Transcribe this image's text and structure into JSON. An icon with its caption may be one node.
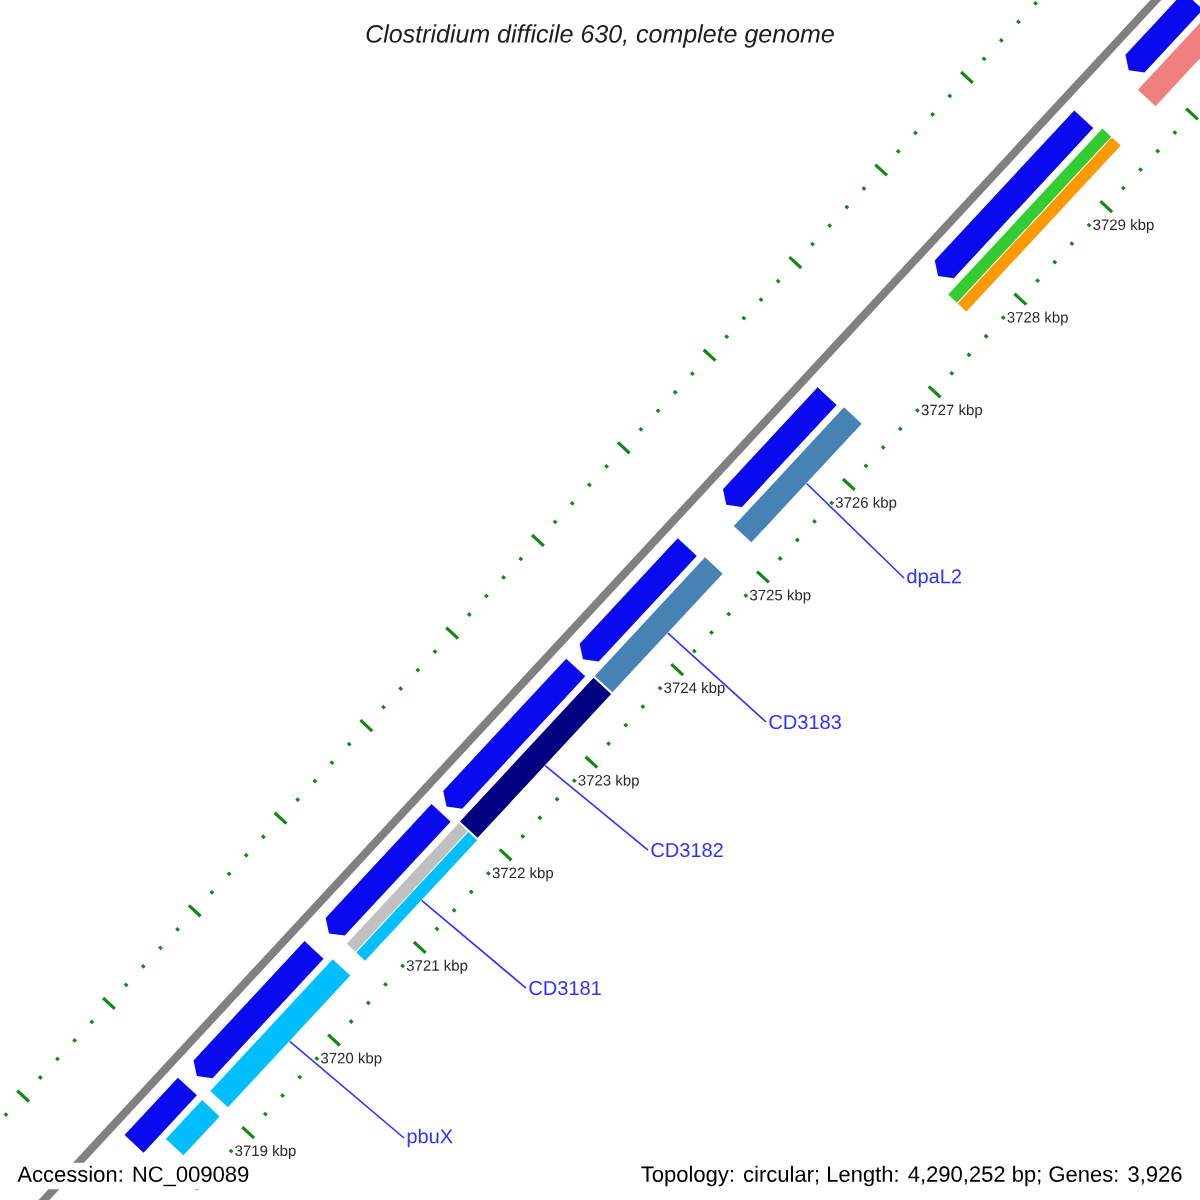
{
  "diagram": {
    "title": "Clostridium difficile 630, complete genome",
    "nodes": [
      {
        "text": [],
        "shape": "arrow"
      },
      {
        "text": [],
        "shape": "bar"
      },
      {
        "text": [],
        "shape": "arrow"
      },
      {
        "text": [],
        "shape": "bar"
      },
      {
        "text": [],
        "shape": "bar"
      },
      {
        "text": [],
        "shape": "arrow"
      },
      {
        "text": [],
        "shape": "bar"
      },
      {
        "text": [
          "dpaL2"
        ]
      },
      {
        "text": [],
        "shape": "arrow"
      },
      {
        "text": [],
        "shape": "bar"
      },
      {
        "text": [
          "CD3183"
        ]
      },
      {
        "text": [],
        "shape": "arrow"
      },
      {
        "text": [],
        "shape": "bar"
      },
      {
        "text": [
          "CD3182"
        ]
      },
      {
        "text": [],
        "shape": "arrow"
      },
      {
        "text": [],
        "shape": "bar"
      },
      {
        "text": [],
        "shape": "bar"
      },
      {
        "text": [
          "CD3181"
        ]
      },
      {
        "text": [],
        "shape": "arrow"
      },
      {
        "text": [],
        "shape": "bar"
      },
      {
        "text": [
          "pbuX"
        ]
      },
      {
        "text": [],
        "shape": "bar"
      },
      {
        "text": [],
        "shape": "bar"
      }
    ],
    "edges": [
      {
        "from": 7,
        "to": 6,
        "arrow": "none"
      },
      {
        "from": 10,
        "to": 9,
        "arrow": "none"
      },
      {
        "from": 13,
        "to": 12,
        "arrow": "none"
      },
      {
        "from": 17,
        "to": 16,
        "arrow": "none"
      },
      {
        "from": 20,
        "to": 19,
        "arrow": "none"
      }
    ],
    "labels": [
      "3729 kbp",
      "3728 kbp",
      "3727 kbp",
      "3726 kbp",
      "3725 kbp",
      "3724 kbp",
      "3723 kbp",
      "3722 kbp",
      "3721 kbp",
      "3720 kbp",
      "3719 kbp",
      "Accession: NC_009089",
      "Topology: circular; Length: 4,290,252 bp; Genes: 3,926"
    ]
  }
}
